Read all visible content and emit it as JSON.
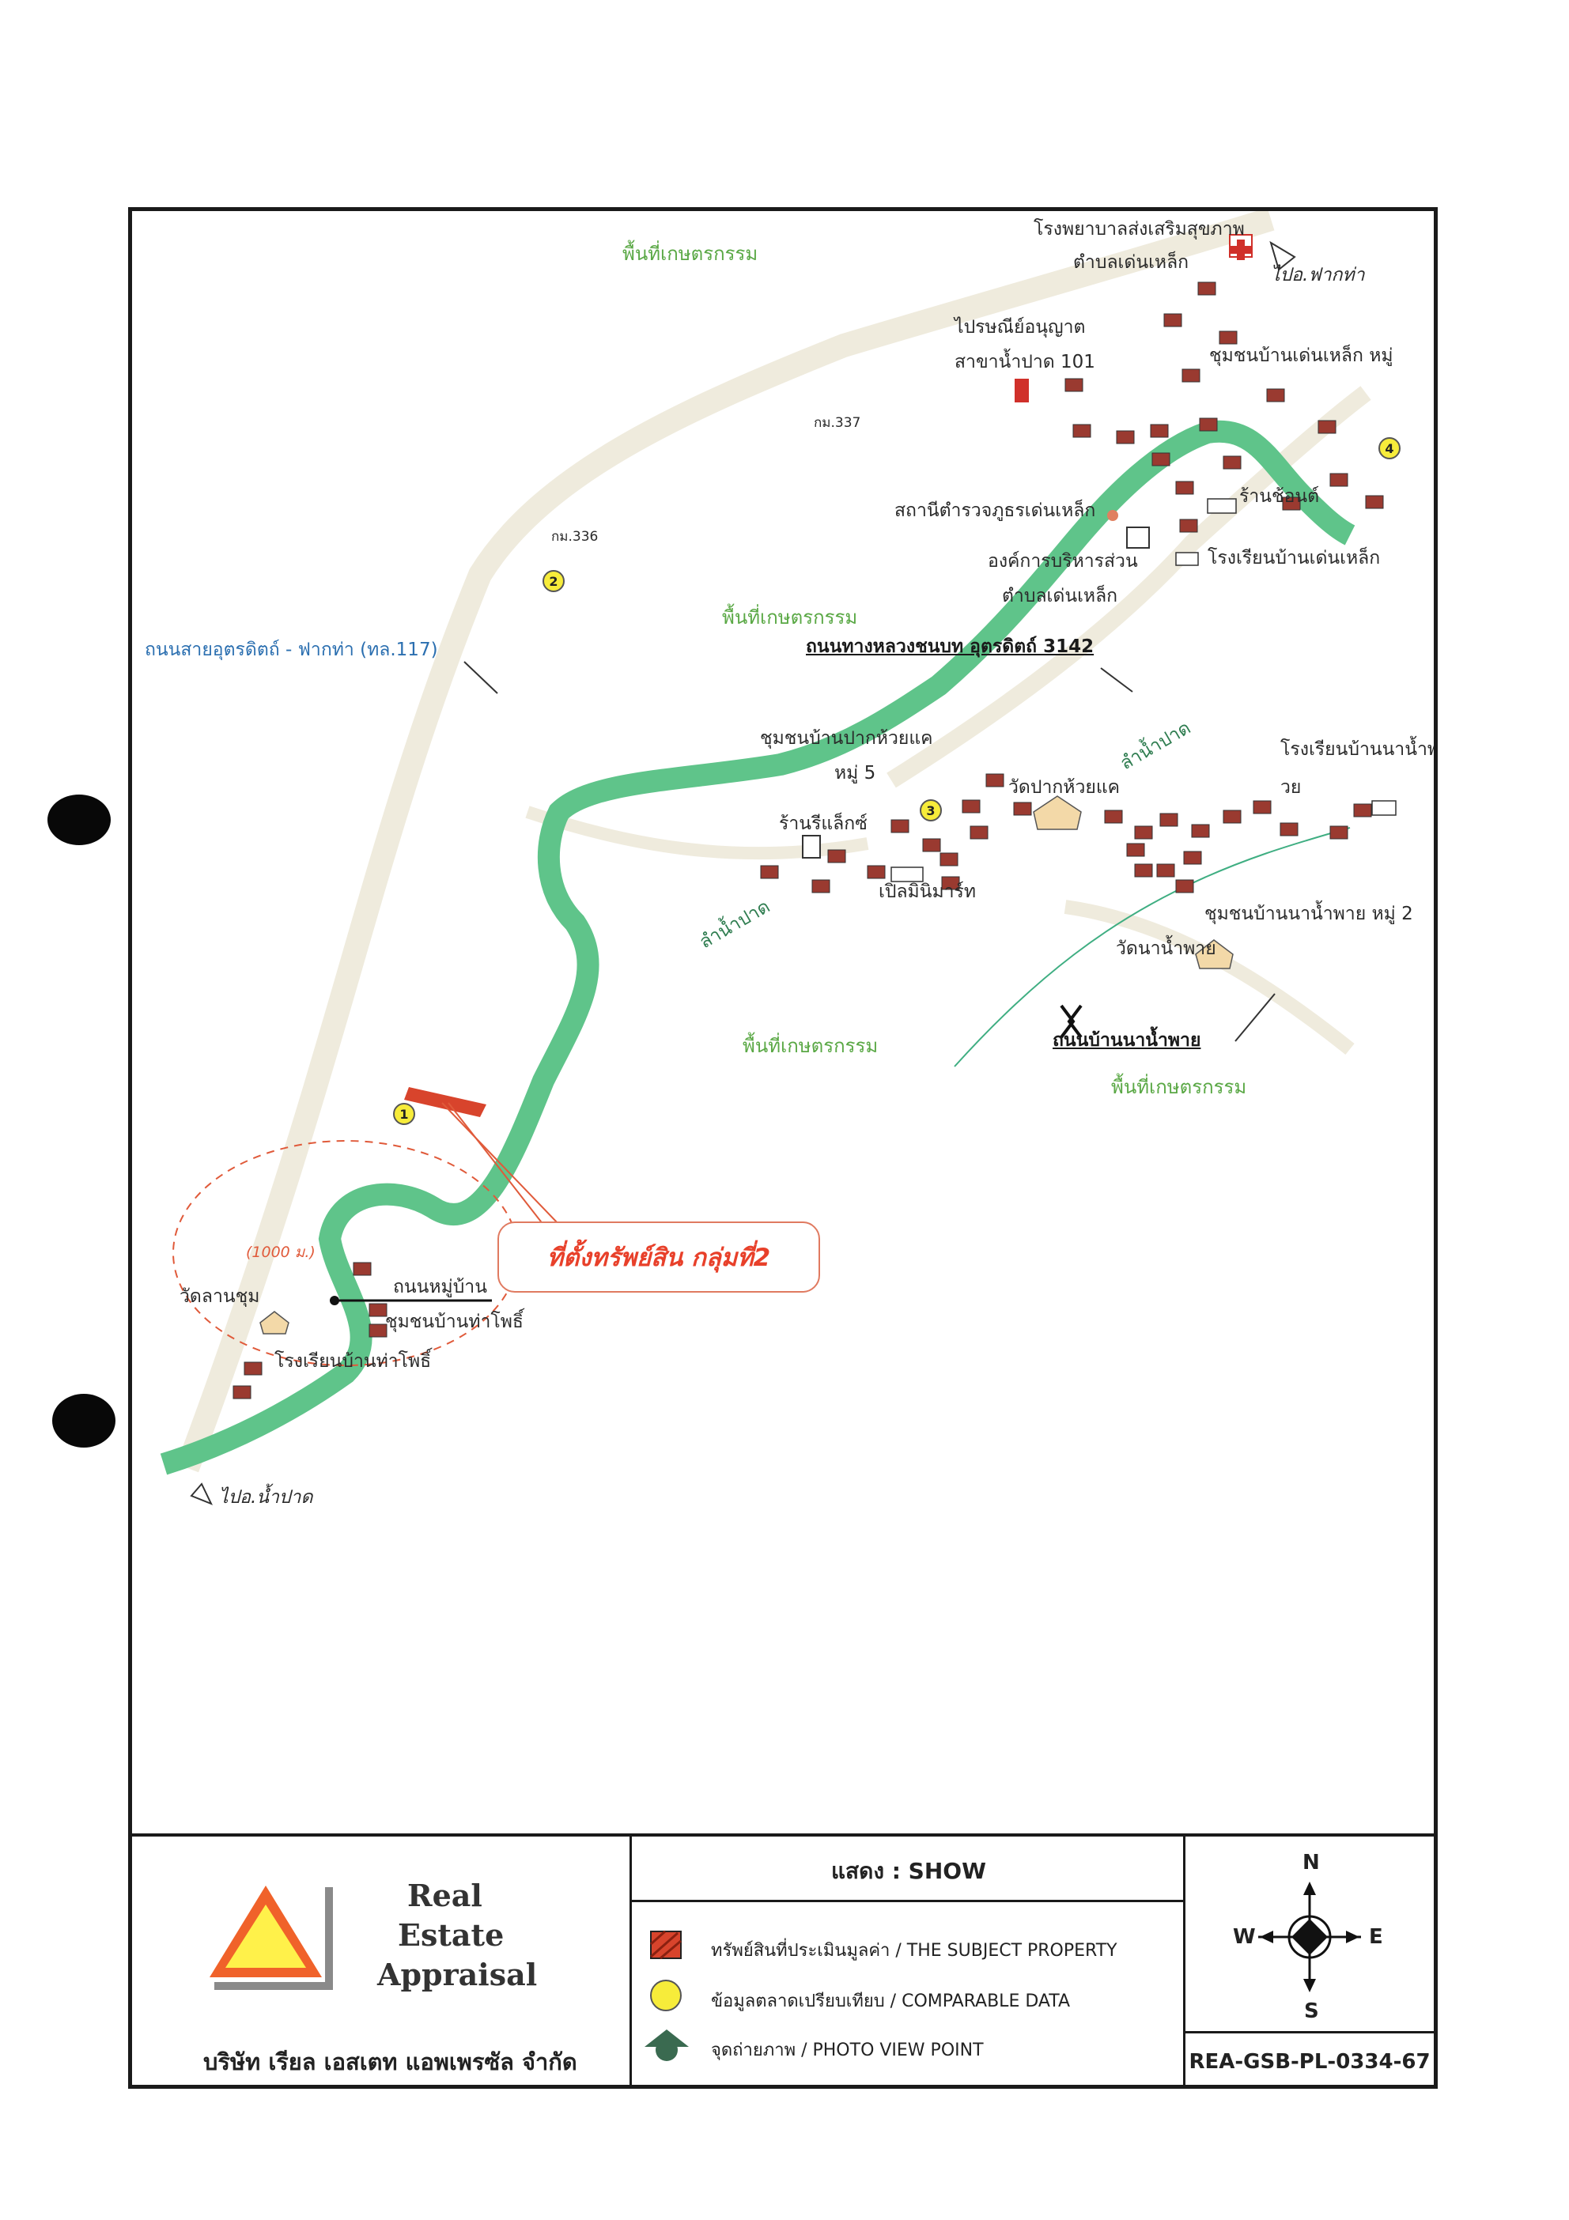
{
  "map": {
    "labels": {
      "hospital_1": "โรงพยาบาลส่งเสริมสุขภาพ",
      "hospital_2": "ตำบลเด่นเหล็ก",
      "to_fak_tha": "ไปอ.ฟากท่า",
      "agri_top": "พื้นที่เกษตรกรรม",
      "post_1": "ไปรษณีย์อนุญาต",
      "post_2": "สาขาน้ำปาด 101",
      "community_den_lek": "ชุมชนบ้านเด่นเหล็ก หมู่",
      "km337": "กม.337",
      "police": "สถานีตำรวจภูธรเด่นเหล็ก",
      "shop_top": "ร้านช้อนต์",
      "tao_1": "องค์การบริหารส่วน",
      "tao_2": "ตำบลเด่นเหล็ก",
      "school_den_lek": "โรงเรียนบ้านเด่นเหล็ก",
      "km336": "กม.336",
      "agri_mid": "พื้นที่เกษตรกรรม",
      "road_117": "ถนนสายอุตรดิตถ์ - ฟากท่า (ทล.117)",
      "road_3142": "ถนนทางหลวงชนบท อุตรดิตถ์ 3142",
      "community_pak_huai_1": "ชุมชนบ้านปากห้วยแค",
      "community_pak_huai_2": "หมู่ 5",
      "river_upper": "ลำน้ำปาด",
      "school_na_nam_1": "โรงเรียนบ้านนาน้ำพ",
      "school_na_nam_2": "วย",
      "wat_pak_huai": "วัดปากห้วยแค",
      "shop_mid": "ร้านรีแล็กซ์",
      "minimart": "เปิลมินิมาร์ท",
      "river_lower": "ลำน้ำปาด",
      "community_na_nam": "ชุมชนบ้านนาน้ำพาย หมู่ 2",
      "wat_na_nam": "วัดนาน้ำพาย",
      "road_na_nam": "ถนนบ้านนาน้ำพาย",
      "agri_center": "พื้นที่เกษตรกรรม",
      "agri_right": "พื้นที่เกษตรกรรม",
      "subject_callout": "ที่ตั้งทรัพย์สิน กลุ่มที่2",
      "distance": "(1000 ม.)",
      "wat_lan_chum": "วัดลานชุม",
      "road_village": "ถนนหมู่บ้าน",
      "community_tha_pho": "ชุมชนบ้านท่าโพธิ์",
      "school_tha_pho": "โรงเรียนบ้านท่าโพธิ์",
      "to_nam_pat": "ไปอ.น้ำปาด"
    },
    "comparables": [
      "1",
      "2",
      "3",
      "4"
    ],
    "colors": {
      "river": "#5fc48a",
      "road": "#efebdd",
      "subject": "#d8442c",
      "callout": "#e8402a",
      "comparable": "#f7ec3a",
      "label_green": "#5aa845"
    }
  },
  "legend": {
    "brand_line1": "Real",
    "brand_line2": "Estate",
    "brand_line3": "Appraisal",
    "company": "บริษัท เรียล เอสเตท แอพเพรซัล จำกัด",
    "show_title": "แสดง  :  SHOW",
    "items": [
      {
        "icon": "subject-property-icon",
        "text": "ทรัพย์สินที่ประเมินมูลค่า / THE SUBJECT PROPERTY"
      },
      {
        "icon": "comparable-data-icon",
        "text": "ข้อมูลตลาดเปรียบเทียบ / COMPARABLE DATA"
      },
      {
        "icon": "photo-view-point-icon",
        "text": "จุดถ่ายภาพ / PHOTO VIEW POINT"
      }
    ],
    "compass": {
      "n": "N",
      "s": "S",
      "e": "E",
      "w": "W"
    },
    "ref_code": "REA-GSB-PL-0334-67"
  }
}
